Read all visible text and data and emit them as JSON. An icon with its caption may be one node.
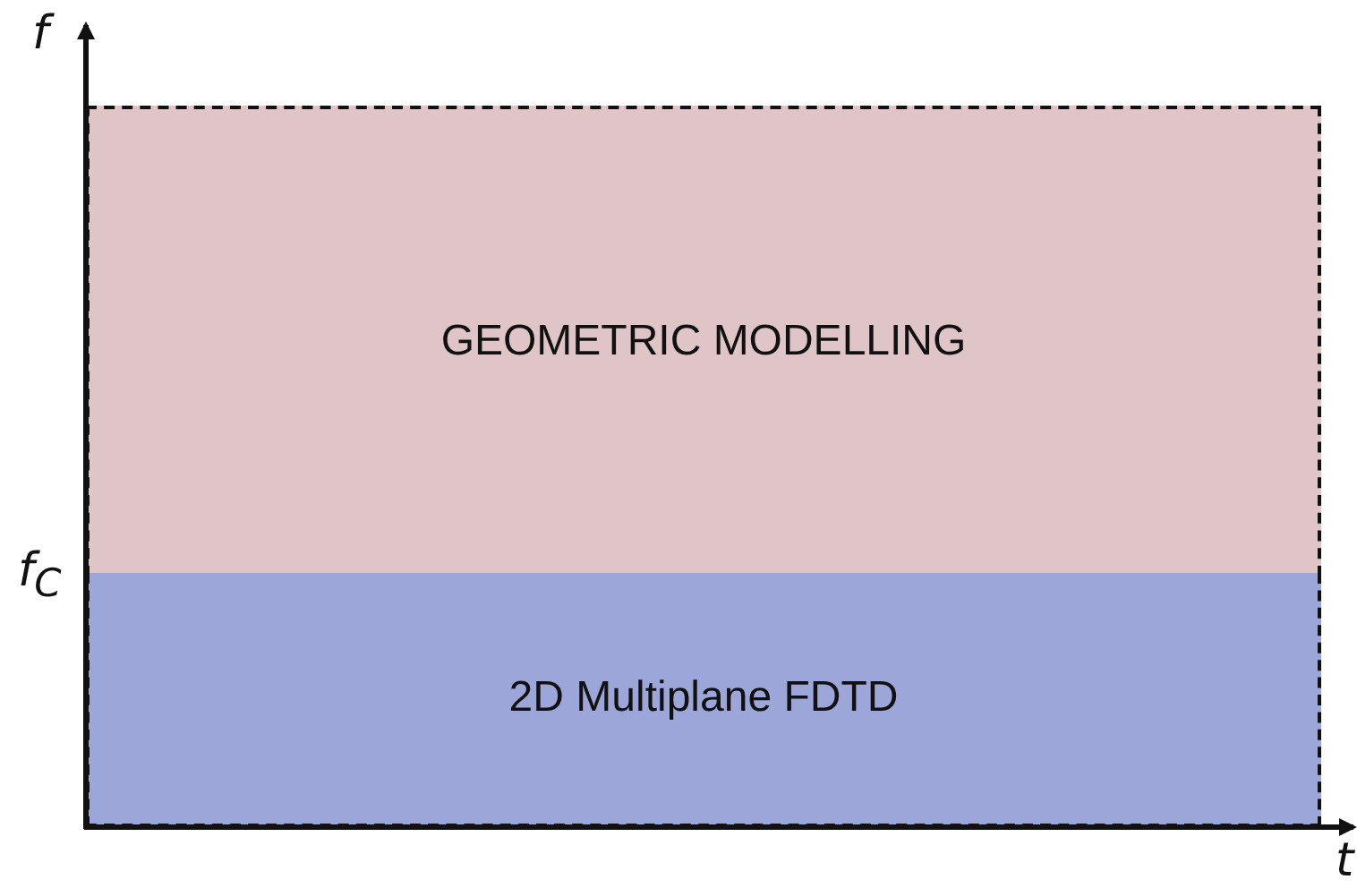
{
  "diagram": {
    "nodes": [
      {
        "text": [
          "GEOMETRIC MODELLING"
        ]
      },
      {
        "text": [
          "2D Multiplane FDTD"
        ]
      }
    ],
    "edges": [],
    "labels": [
      "f",
      "f$_{C}$",
      "t"
    ]
  }
}
